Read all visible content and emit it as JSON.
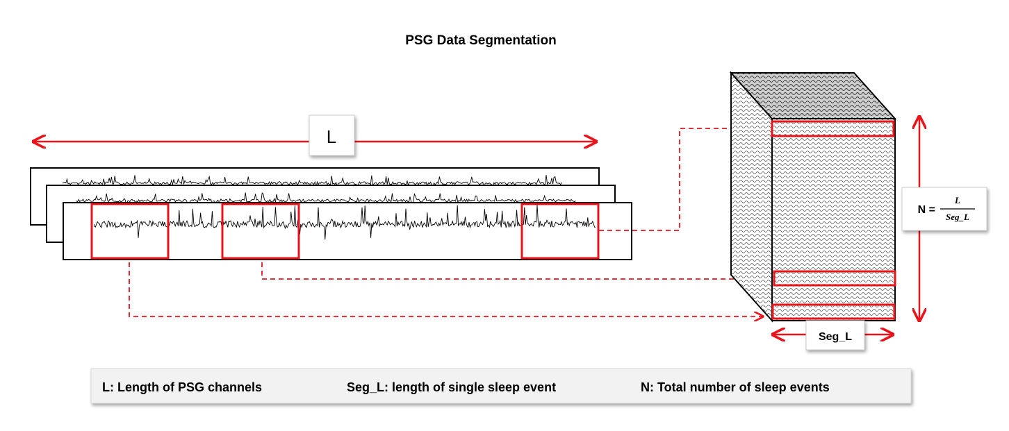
{
  "title": "PSG Data Segmentation",
  "length_label": "L",
  "seg_label": "Seg_L",
  "formula": {
    "lhs": "N =",
    "numerator": "L",
    "denominator": "Seg_L"
  },
  "legend": {
    "item1": "L: Length of PSG channels",
    "item2": "Seg_L: length of single sleep event",
    "item3": "N: Total number of sleep events"
  },
  "colors": {
    "accent": "#e8141b",
    "stroke": "#000000",
    "legend_bg": "#f2f2f2"
  }
}
